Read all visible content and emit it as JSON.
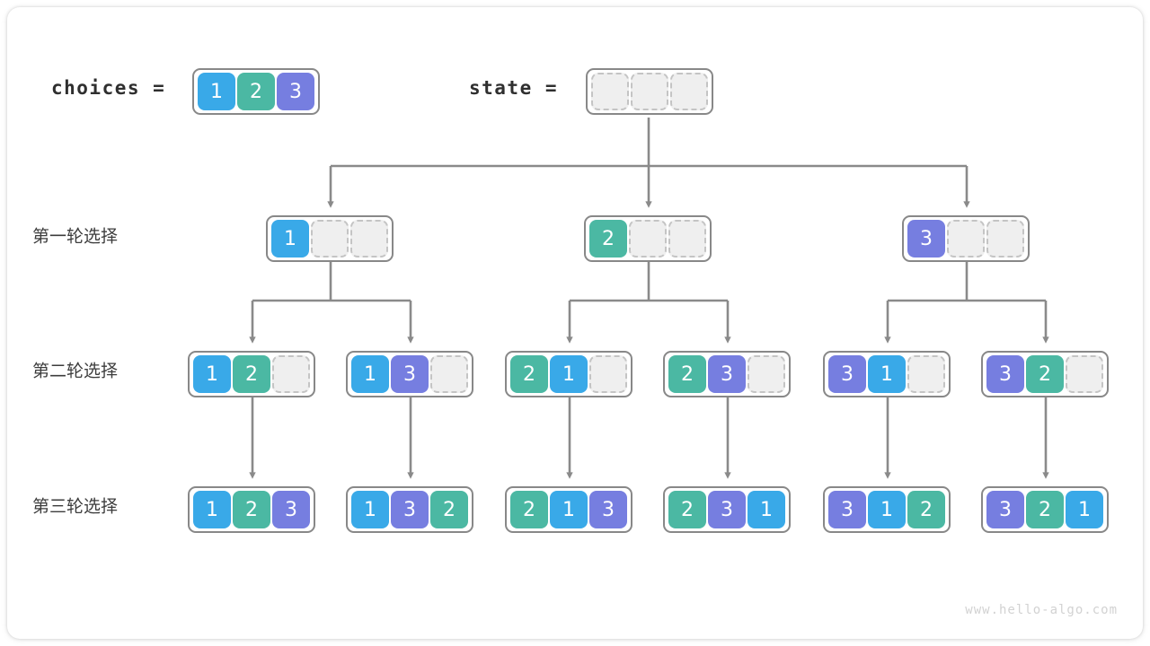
{
  "page": {
    "watermark": "www.hello-algo.com",
    "background_color": "#ffffff",
    "card_color": "#ffffff"
  },
  "palette": {
    "value_1": "#39a9e8",
    "value_2": "#4bb8a3",
    "value_3": "#767ee0",
    "empty_fill": "#efefef",
    "empty_border": "#c4c4c4",
    "array_border": "#888888",
    "edge": "#888888",
    "text": "#3c3c3c"
  },
  "header": {
    "choices_label": "choices  =",
    "choices_values": [
      "1",
      "2",
      "3"
    ],
    "state_label": "state  =",
    "state_values": [
      "",
      "",
      ""
    ]
  },
  "rows": [
    {
      "label": "第一轮选择",
      "nodes": [
        {
          "values": [
            "1",
            "",
            ""
          ]
        },
        {
          "values": [
            "2",
            "",
            ""
          ]
        },
        {
          "values": [
            "3",
            "",
            ""
          ]
        }
      ]
    },
    {
      "label": "第二轮选择",
      "nodes": [
        {
          "values": [
            "1",
            "2",
            ""
          ]
        },
        {
          "values": [
            "1",
            "3",
            ""
          ]
        },
        {
          "values": [
            "2",
            "1",
            ""
          ]
        },
        {
          "values": [
            "2",
            "3",
            ""
          ]
        },
        {
          "values": [
            "3",
            "1",
            ""
          ]
        },
        {
          "values": [
            "3",
            "2",
            ""
          ]
        }
      ]
    },
    {
      "label": "第三轮选择",
      "nodes": [
        {
          "values": [
            "1",
            "2",
            "3"
          ]
        },
        {
          "values": [
            "1",
            "3",
            "2"
          ]
        },
        {
          "values": [
            "2",
            "1",
            "3"
          ]
        },
        {
          "values": [
            "2",
            "3",
            "1"
          ]
        },
        {
          "values": [
            "3",
            "1",
            "2"
          ]
        },
        {
          "values": [
            "3",
            "2",
            "1"
          ]
        }
      ]
    }
  ]
}
